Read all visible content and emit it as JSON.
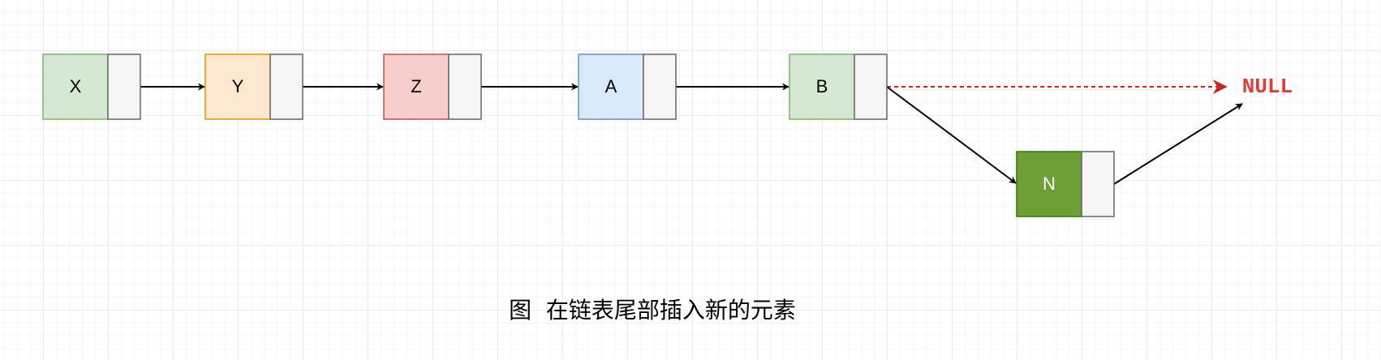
{
  "diagram": {
    "nodes": [
      {
        "id": "x",
        "label": "X",
        "fill": "#d5e8d4",
        "stroke": "#82b366",
        "text": "#000000"
      },
      {
        "id": "y",
        "label": "Y",
        "fill": "#ffe6cc",
        "stroke": "#d79b00",
        "text": "#000000"
      },
      {
        "id": "z",
        "label": "Z",
        "fill": "#f8cecc",
        "stroke": "#b85450",
        "text": "#000000"
      },
      {
        "id": "a",
        "label": "A",
        "fill": "#dae8fc",
        "stroke": "#6c8ebf",
        "text": "#000000"
      },
      {
        "id": "b",
        "label": "B",
        "fill": "#d5e8d4",
        "stroke": "#82b366",
        "text": "#000000"
      },
      {
        "id": "n",
        "label": "N",
        "fill": "#6d9f37",
        "stroke": "#2d7600",
        "text": "#ffffff"
      }
    ],
    "pointer_box": {
      "fill": "#f5f5f5",
      "stroke": "#666666"
    },
    "null_label": "NULL",
    "null_color": "#d9413a",
    "edge_color": "#000000",
    "dashed_edge_color": "#c2261d",
    "caption": "图  在链表尾部插入新的元素"
  }
}
